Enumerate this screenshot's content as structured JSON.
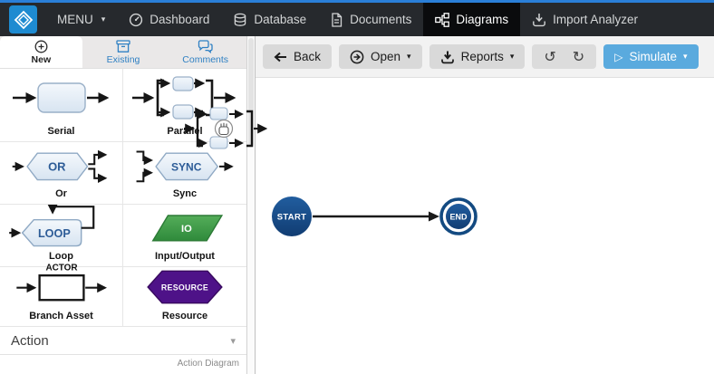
{
  "navbar": {
    "menu": {
      "label": "MENU"
    },
    "items": [
      {
        "label": "Dashboard"
      },
      {
        "label": "Database"
      },
      {
        "label": "Documents"
      },
      {
        "label": "Diagrams",
        "active": true
      },
      {
        "label": "Import Analyzer"
      }
    ]
  },
  "sidebar": {
    "tabs": [
      {
        "label": "New",
        "active": true
      },
      {
        "label": "Existing"
      },
      {
        "label": "Comments"
      }
    ],
    "palette": {
      "items": [
        {
          "label": "Serial"
        },
        {
          "label": "Parallel"
        },
        {
          "label": "Or",
          "shape_text": "OR"
        },
        {
          "label": "Sync",
          "shape_text": "SYNC"
        },
        {
          "label": "Loop",
          "shape_text": "LOOP"
        },
        {
          "label": "Input/Output",
          "shape_text": "IO"
        },
        {
          "label": "Branch Asset",
          "shape_text": "ACTOR"
        },
        {
          "label": "Resource",
          "shape_text": "RESOURCE"
        }
      ]
    },
    "section": {
      "label": "Action"
    },
    "footer": {
      "label": "Action Diagram"
    }
  },
  "toolbar": {
    "back": {
      "label": "Back"
    },
    "open": {
      "label": "Open"
    },
    "reports": {
      "label": "Reports"
    },
    "simulate": {
      "label": "Simulate"
    }
  },
  "canvas": {
    "nodes": [
      {
        "id": "start",
        "label": "START"
      },
      {
        "id": "end",
        "label": "END"
      }
    ]
  },
  "colors": {
    "accent_blue": "#2a7fd8",
    "logo_blue": "#1e8bd1",
    "navbar_bg": "#26292d",
    "active_nav_bg": "#0a0b0d",
    "simulate_blue": "#5aaade",
    "node_blue": "#134a81",
    "io_green": "#3f9d49",
    "resource_purple": "#4e1288"
  }
}
